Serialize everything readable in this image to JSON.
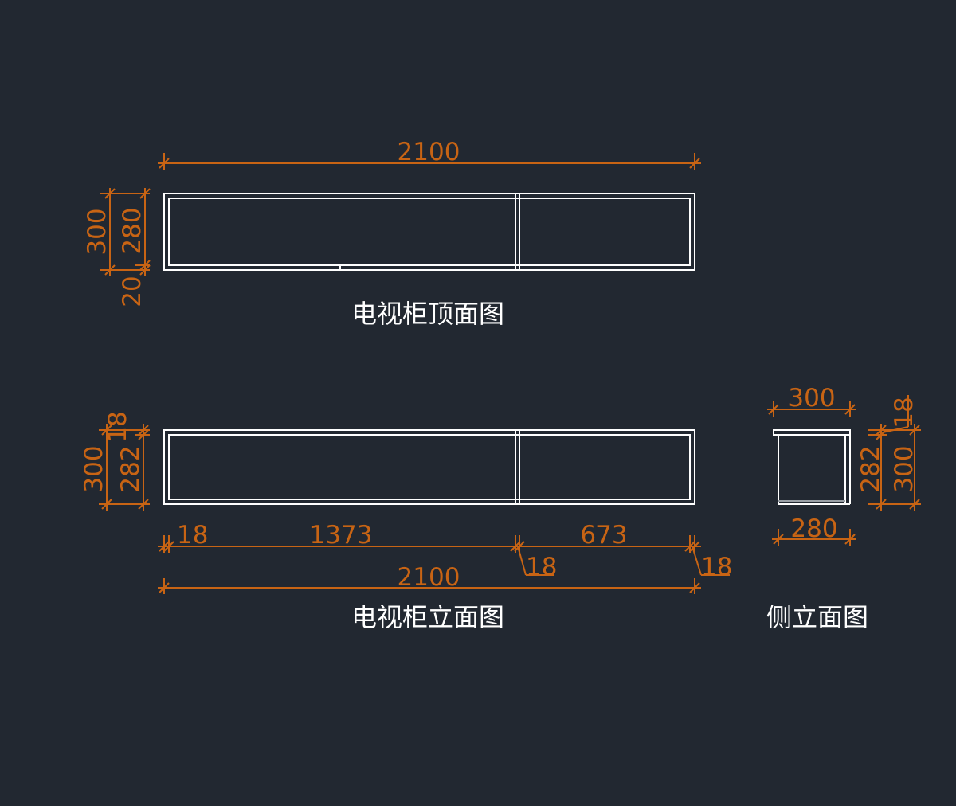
{
  "colors": {
    "background": "#222831",
    "dimension": "#c86414",
    "outline": "#ffffff"
  },
  "top_view": {
    "title": "电视柜顶面图",
    "dims": {
      "width": "2100",
      "depth_total": "300",
      "depth_inner": "280",
      "back_panel": "20"
    }
  },
  "front_view": {
    "title": "电视柜立面图",
    "dims": {
      "top_panel": "18",
      "height_total": "300",
      "height_inner": "282",
      "left_panel": "18",
      "left_section": "1373",
      "divider": "18",
      "right_section": "673",
      "right_panel": "18",
      "width": "2100"
    }
  },
  "side_view": {
    "title": "侧立面图",
    "dims": {
      "depth_total": "300",
      "depth_inner": "280",
      "top_panel": "18",
      "height_inner": "282",
      "height_total": "300"
    }
  }
}
